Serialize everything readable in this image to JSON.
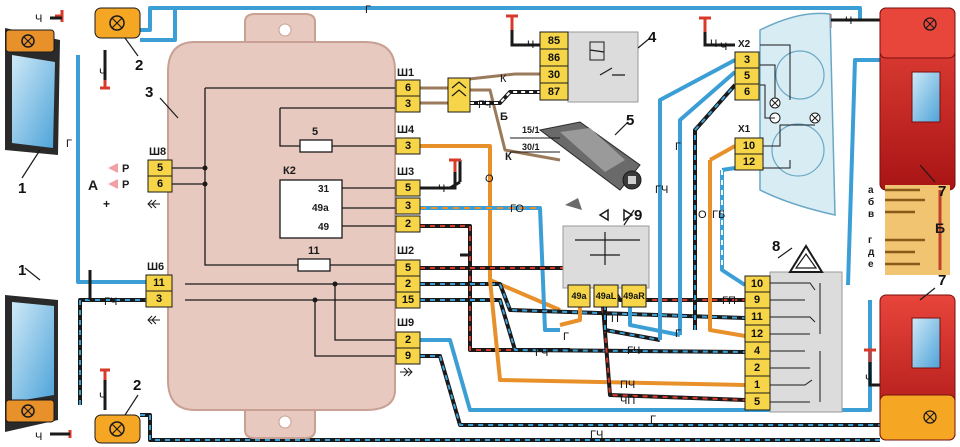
{
  "colors": {
    "wire_blue": "#3b9fd6",
    "wire_black": "#1a1a1a",
    "wire_red": "#d83a2a",
    "wire_orange": "#e8902a",
    "wire_brown": "#9a7a5a",
    "wire_white": "#ffffff",
    "unit_body": "#e8c9c0",
    "pin_fill": "#f6d548",
    "relay_fill": "#dcdcdc",
    "lamp_orange": "#f5a623",
    "taillight_red": "#e0302a"
  },
  "component_numbers": {
    "n1_top": "1",
    "n1_bottom": "1",
    "n2_top": "2",
    "n2_bottom": "2",
    "n3": "3",
    "n4": "4",
    "n5": "5",
    "n7_top": "7",
    "n7_bottom": "7",
    "n8": "8",
    "n9": "9"
  },
  "letters": {
    "A": "А",
    "B": "Б"
  },
  "connectors": {
    "sh1": {
      "name": "Ш1",
      "pins": [
        "6",
        "3"
      ]
    },
    "sh4": {
      "name": "Ш4",
      "pins": [
        "3"
      ]
    },
    "sh3": {
      "name": "Ш3",
      "pins": [
        "5",
        "3",
        "2"
      ]
    },
    "sh2": {
      "name": "Ш2",
      "pins": [
        "5",
        "2",
        "15"
      ]
    },
    "sh9": {
      "name": "Ш9",
      "pins": [
        "2",
        "9"
      ]
    },
    "sh8": {
      "name": "Ш8",
      "pins": [
        "5",
        "6"
      ]
    },
    "sh6": {
      "name": "Ш6",
      "pins": [
        "11",
        "3"
      ]
    },
    "x2": {
      "name": "X2",
      "pins": [
        "3",
        "5",
        "6"
      ]
    },
    "x1": {
      "name": "X1",
      "pins": [
        "10",
        "12"
      ]
    },
    "relay4": {
      "pins": [
        "85",
        "86",
        "30",
        "87"
      ]
    },
    "switch8": {
      "pins": [
        "10",
        "9",
        "11",
        "12",
        "4",
        "2",
        "1",
        "5"
      ]
    },
    "switch9": {
      "pins": [
        "49a",
        "49aL",
        "49aR"
      ]
    }
  },
  "unit3": {
    "fuse_label": "5",
    "fuse11_label": "11",
    "relay_name": "К2",
    "relay_pins": [
      "31",
      "49a",
      "49"
    ]
  },
  "ignition": {
    "terminals": [
      "15/1",
      "30/1"
    ],
    "label_b": "Б",
    "label_k": "К"
  },
  "side_p": [
    "Р",
    "Р"
  ],
  "plus": "+",
  "wire_labels": {
    "ch_top1": "Ч",
    "g_top": "Г",
    "ch_relay": "Ч",
    "k_relay": "К",
    "gch_mid": "ГЧ",
    "g_left": "Г",
    "gch_left": "ГЧ",
    "o_mid": "О",
    "go_mid": "ГО",
    "g_mid": "Г",
    "gch_mid2": "ГЧ",
    "o_right": "О",
    "gb_right": "ГБ",
    "gp_right": "ГП",
    "gp_mid": "ГП",
    "g_low": "Г",
    "gch_low": "ГЧ",
    "pch_low": "ПЧ",
    "chp_low": "ЧП",
    "g_bottom": "Г",
    "gch_bottom": "ГЧ",
    "ch_top_right": "Ч",
    "ch_right_low": "Ч",
    "ch_x2": "Ч",
    "ch_sh3": "Ч",
    "ch_bot_left": "Ч",
    "ch_2top": "Ч",
    "ch_2bot": "Ч",
    "ch_relay_in": "Ч",
    "g_cluster": "Г",
    "gch_cluster": "ГЧ"
  },
  "insert_b": {
    "letters": [
      "а",
      "б",
      "в",
      "г",
      "д",
      "е"
    ]
  }
}
